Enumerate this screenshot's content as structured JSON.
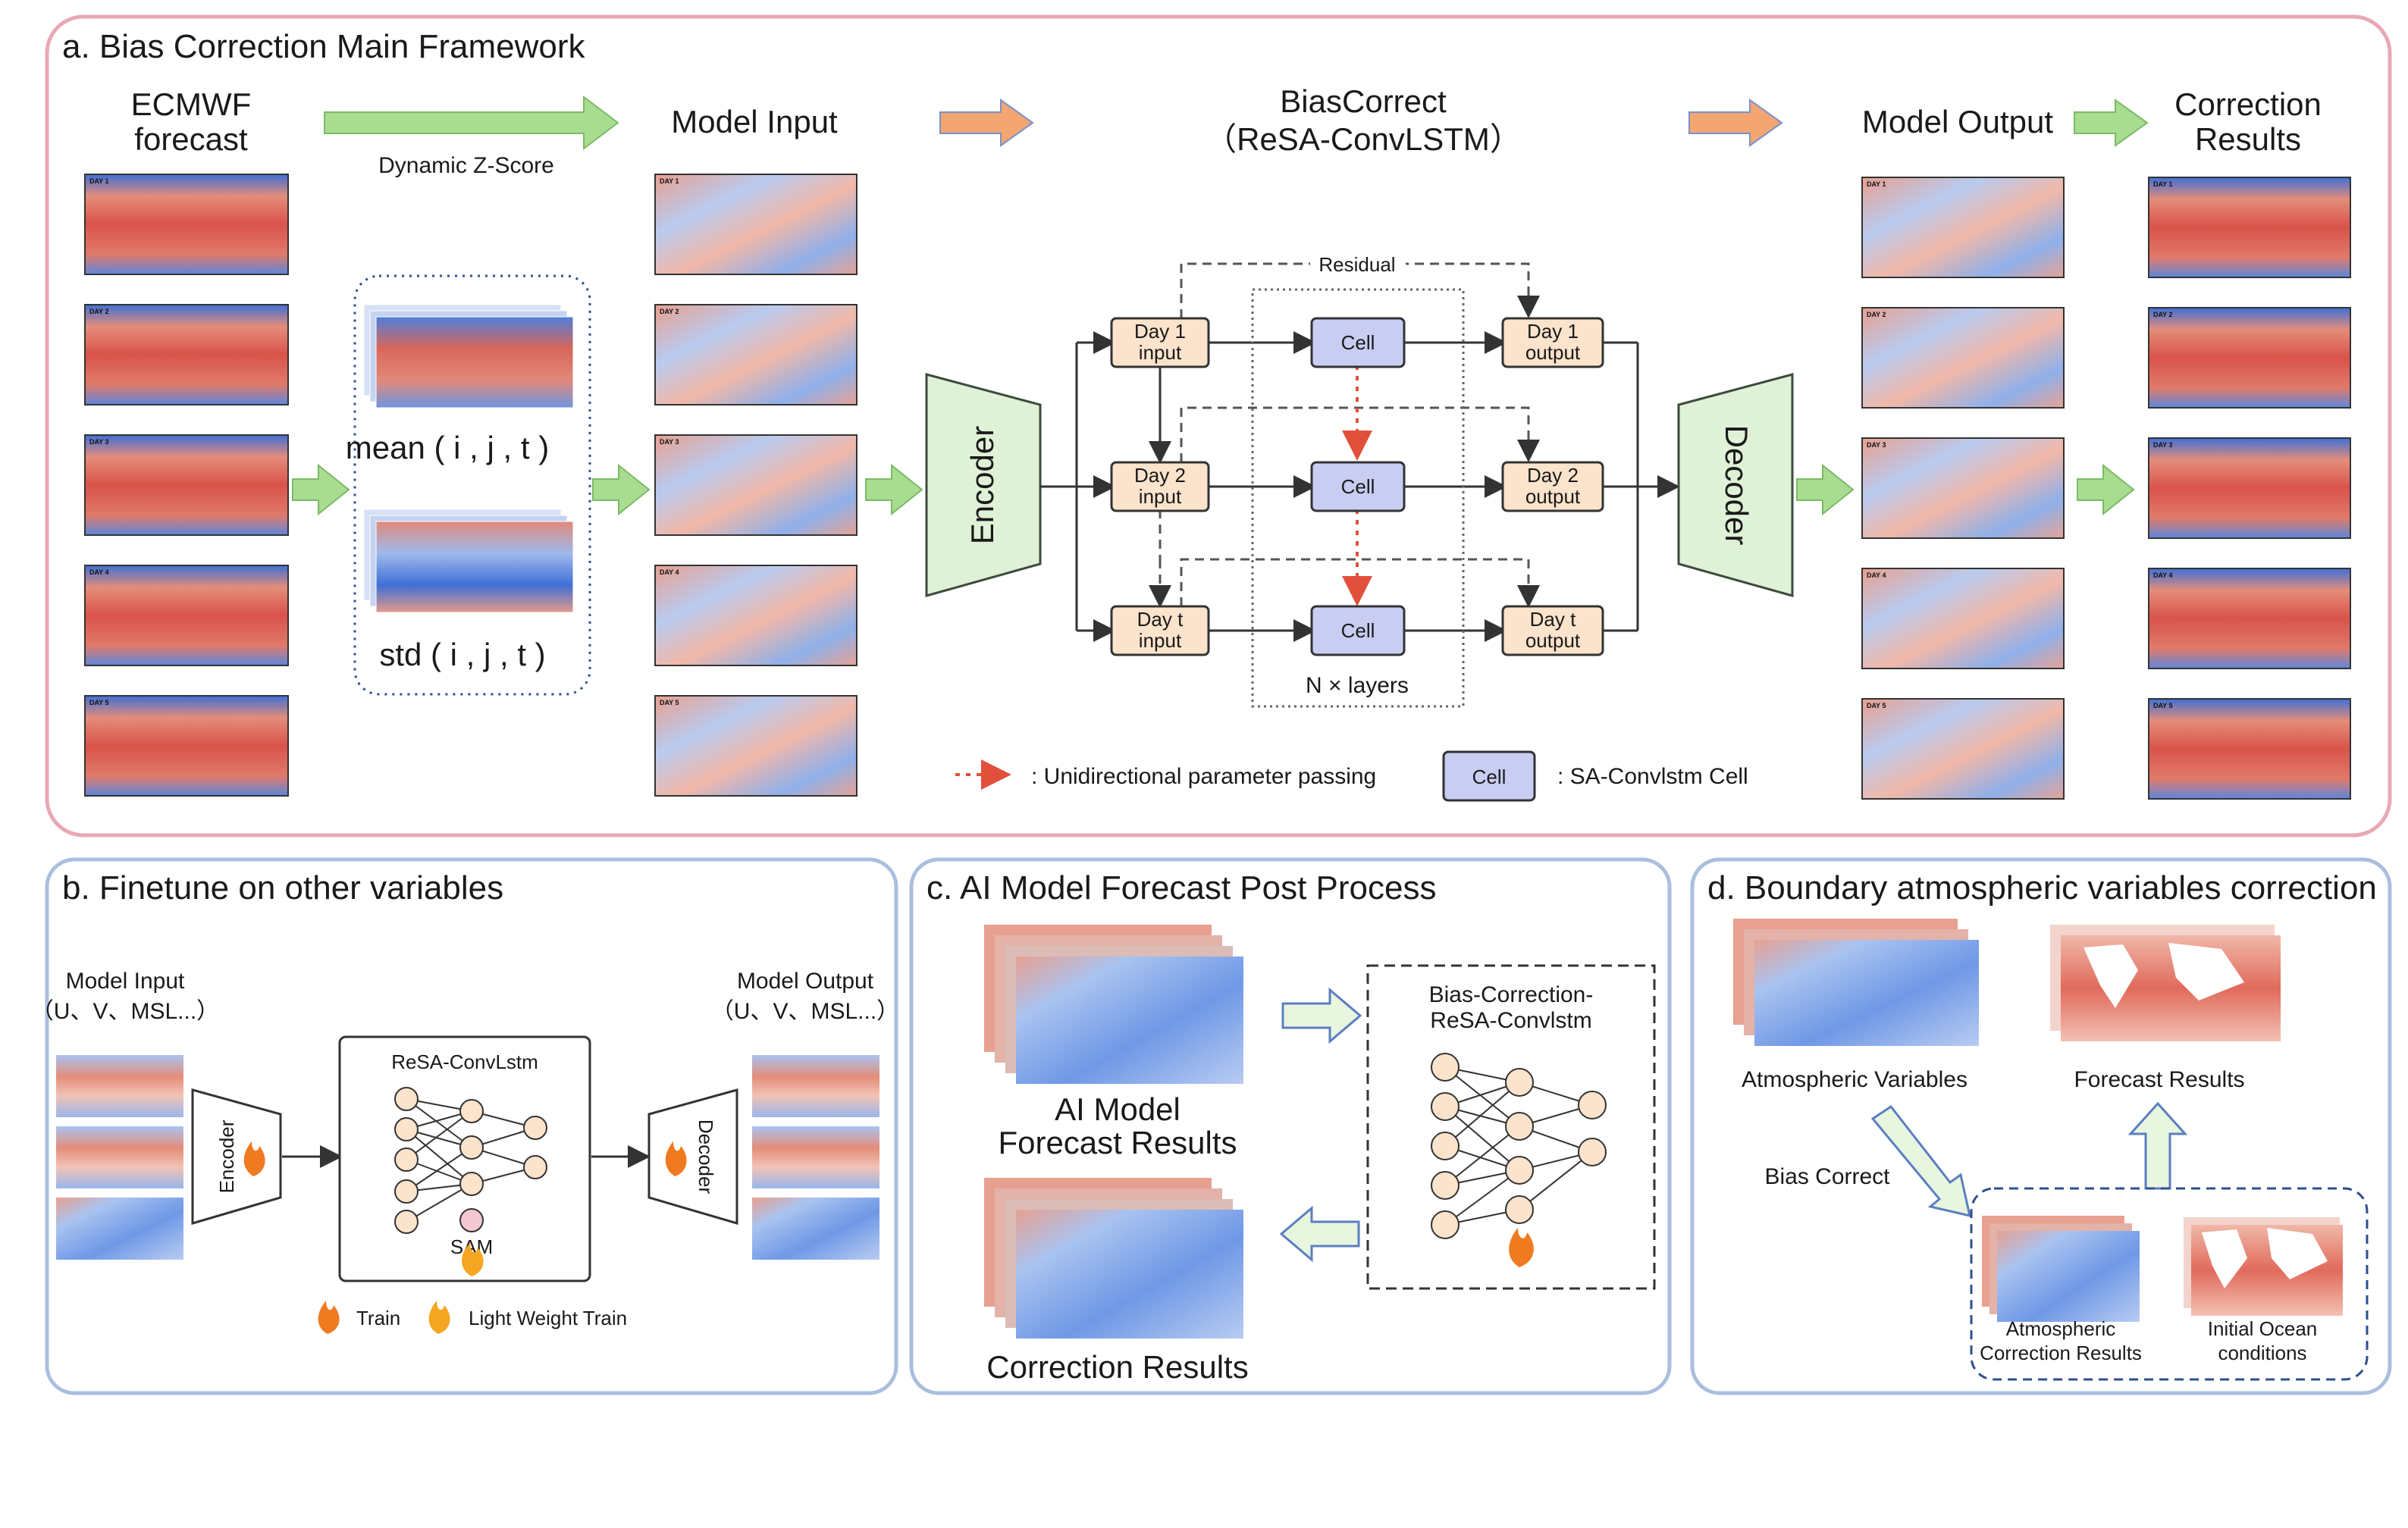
{
  "panel_a": {
    "title": "a. Bias Correction Main Framework",
    "ecmwf_line1": "ECMWF",
    "ecmwf_line2": "forecast",
    "zscore": "Dynamic Z-Score",
    "model_input": "Model Input",
    "biascorrect_line1": "BiasCorrect",
    "biascorrect_line2": "（ReSA-ConvLSTM）",
    "model_output": "Model Output",
    "correction_line1": "Correction",
    "correction_line2": "Results",
    "mean_label": "mean ( i , j , t )",
    "std_label": "std ( i , j , t )",
    "encoder": "Encoder",
    "decoder": "Decoder",
    "residual": "Residual",
    "cell": "Cell",
    "n_layers": "N × layers",
    "day_labels": [
      "DAY 1",
      "DAY 2",
      "DAY 3",
      "DAY 4",
      "DAY 5"
    ],
    "inputs": [
      {
        "line1": "Day 1",
        "line2": "input"
      },
      {
        "line1": "Day 2",
        "line2": "input"
      },
      {
        "line1": "Day t",
        "line2": "input"
      }
    ],
    "outputs": [
      {
        "line1": "Day 1",
        "line2": "output"
      },
      {
        "line1": "Day 2",
        "line2": "output"
      },
      {
        "line1": "Day t",
        "line2": "output"
      }
    ],
    "legend_passing": ": Unidirectional parameter passing",
    "legend_cell_box": "Cell",
    "legend_cell_text": ": SA-Convlstm Cell"
  },
  "panel_b": {
    "title": "b. Finetune on other variables",
    "model_input": "Model Input",
    "input_vars": "（U、V、MSL...）",
    "model_output": "Model Output",
    "output_vars": "（U、V、MSL...）",
    "encoder": "Encoder",
    "decoder": "Decoder",
    "net_title": "ReSA-ConvLstm",
    "sam": "SAM",
    "legend_train": "Train",
    "legend_light": "Light Weight Train"
  },
  "panel_c": {
    "title": "c. AI Model Forecast Post Process",
    "ai_line1": "AI Model",
    "ai_line2": "Forecast Results",
    "net_line1": "Bias-Correction-",
    "net_line2": "ReSA-Convlstm",
    "correction": "Correction Results"
  },
  "panel_d": {
    "title": "d. Boundary atmospheric variables correction",
    "atmos": "Atmospheric Variables",
    "forecast": "Forecast Results",
    "bias_correct": "Bias Correct",
    "atmos_corr_line1": "Atmospheric",
    "atmos_corr_line2": "Correction Results",
    "ocean_line1": "Initial Ocean",
    "ocean_line2": "conditions"
  },
  "colors": {
    "panel_a_border": "#e8a8b4",
    "panel_border": "#aabedd",
    "green_arrow": "#a8dc90",
    "orange_arrow": "#f4a672",
    "input_box": "#fbe3cc",
    "cell_box": "#c9cdf2",
    "residual_red": "#e0503a",
    "warm_map": "#d9534a",
    "cool_map": "#3f6fd6"
  }
}
